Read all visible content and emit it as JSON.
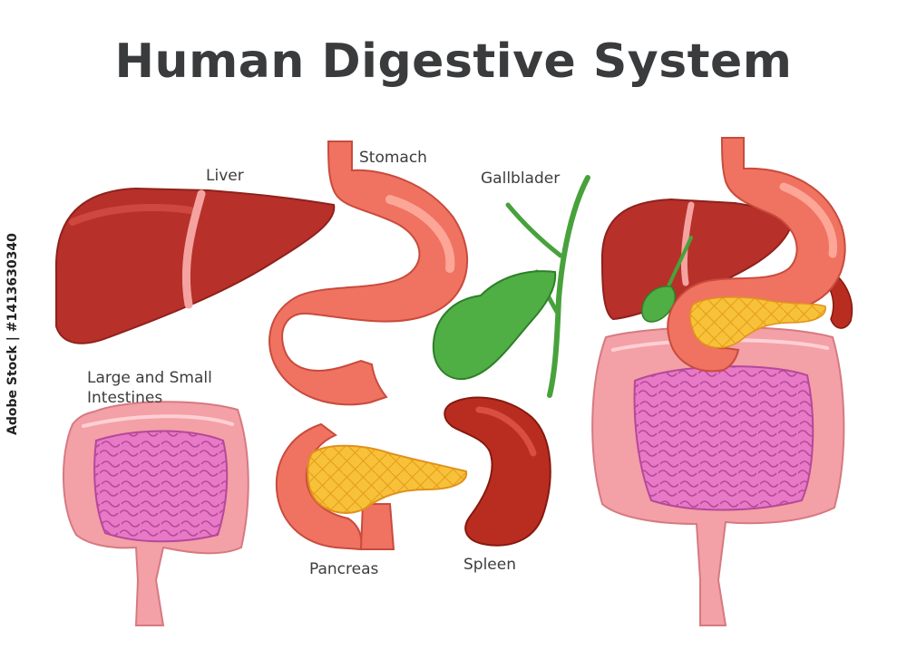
{
  "title": "Human Digestive System",
  "labels": {
    "liver": "Liver",
    "stomach": "Stomach",
    "gallbladder": "Gallblader",
    "intestines_line1": "Large and Small",
    "intestines_line2": "Intestines",
    "pancreas": "Pancreas",
    "spleen": "Spleen"
  },
  "stock_watermark": "Adobe Stock | #1413630340",
  "colors": {
    "liver": "#b9312a",
    "stomach": "#f07261",
    "gallbladder": "#4aa83f",
    "large_intestine": "#f3a0a6",
    "small_intestine": "#e16fc0",
    "pancreas": "#f7c23a",
    "spleen": "#b92d21"
  }
}
